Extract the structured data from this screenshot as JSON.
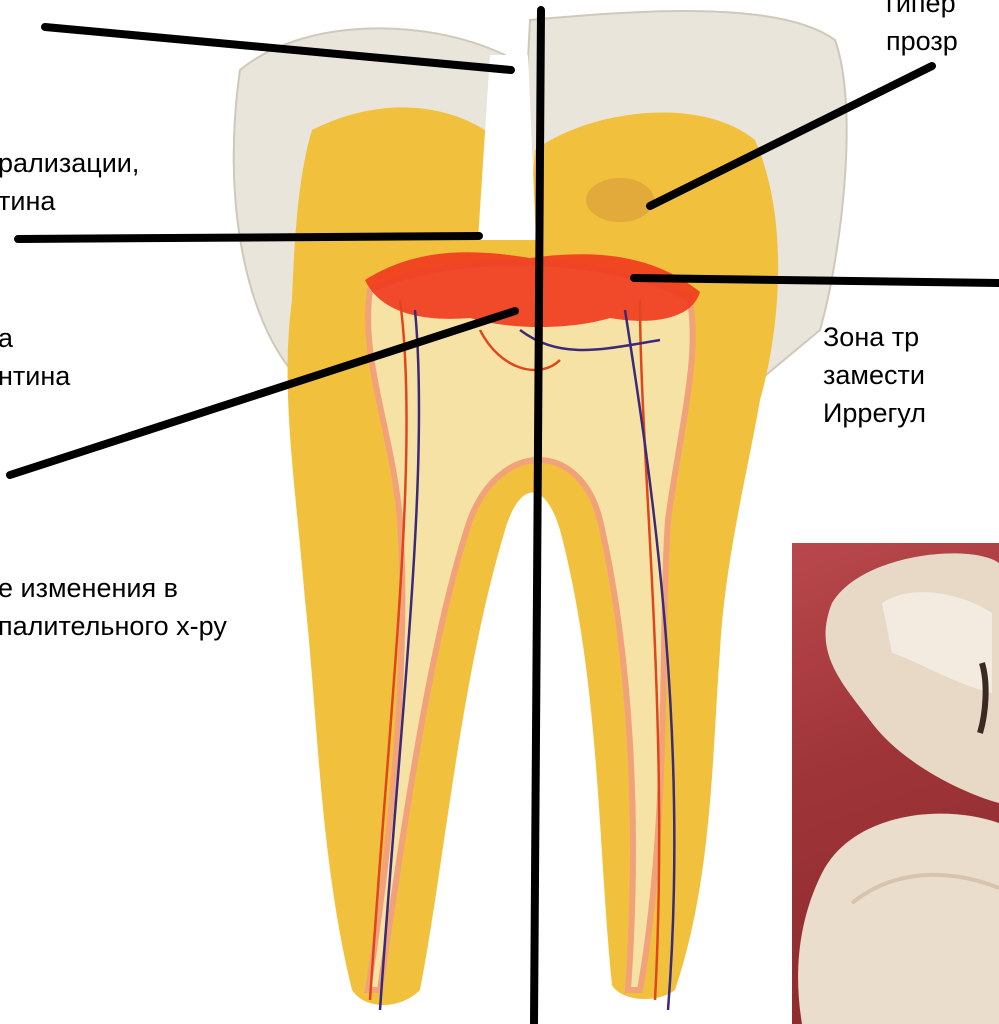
{
  "labels": {
    "top_right_line1": "гипер",
    "top_right_line2": "прозр",
    "left_1_line1": "рализации,",
    "left_1_line2": "тина",
    "left_2_line1": "а",
    "left_2_line2": "нтина",
    "right_mid_line1": "Зона тр",
    "right_mid_line2": "замести",
    "right_mid_line3": "Иррегул",
    "left_bottom_line1": "е изменения в",
    "left_bottom_line2": "палительного х-ру"
  },
  "icons": {
    "tooth": "molar-cross-section-illustration",
    "photo": "intraoral-tooth-photo"
  },
  "colors": {
    "enamel": "#e9e5da",
    "dentin": "#f1c13e",
    "pulp": "#f7e2a6",
    "inflammation": "#f03a1e",
    "vessel_red": "#e0461c",
    "vessel_blue": "#3a2a7a",
    "pointer": "#000000",
    "gum": "#a63a3e"
  }
}
